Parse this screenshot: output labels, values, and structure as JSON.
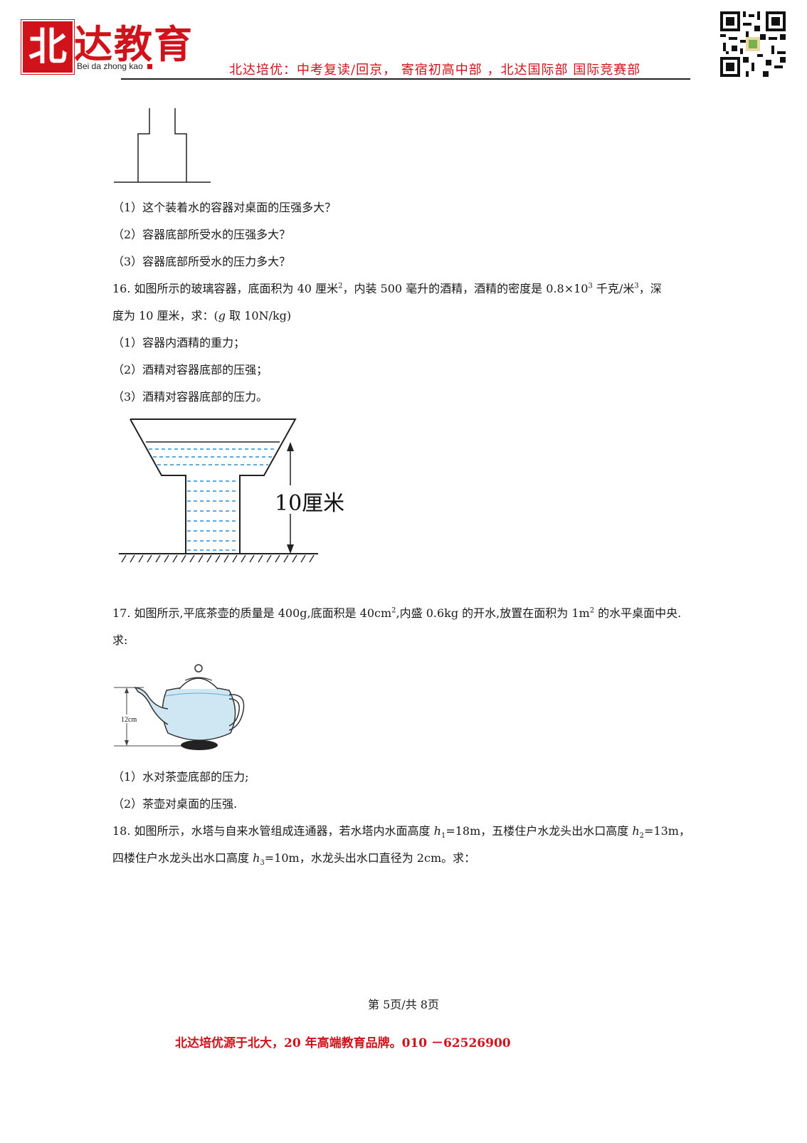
{
  "header": {
    "logo_char": "北",
    "logo_text": "达教育",
    "logo_sub": "Bei da zhong kao",
    "slogan": "北达培优：中考复读/回京， 寄宿初高中部 ，北达国际部 国际竞赛部"
  },
  "q15_parts": [
    "（1）这个装着水的容器对桌面的压强多大？",
    "（2）容器底部所受水的压强多大？",
    "（3）容器底部所受水的压力多大？"
  ],
  "q16": {
    "line1_a": "16. 如图所示的玻璃容器，底面积为 40 厘米",
    "line1_sup1": "2",
    "line1_b": "，内装 500 毫升的酒精，酒精的密度是 0.8×10",
    "line1_sup2": "3",
    "line1_c": " 千克/米",
    "line1_sup3": "3",
    "line1_d": "，深",
    "line2_a": "度为 10 厘米，求：(",
    "line2_g": "g",
    "line2_b": " 取 10N/kg)",
    "parts": [
      "（1）容器内酒精的重力；",
      "（2）酒精对容器底部的压强；",
      "（3）酒精对容器底部的压力。"
    ],
    "figure_label": "10厘米"
  },
  "q17": {
    "line1_a": "17. 如图所示,平底茶壶的质量是 400g,底面积是 40cm",
    "line1_sup1": "2",
    "line1_b": ",内盛 0.6kg 的开水,放置在面积为 1m",
    "line1_sup2": "2",
    "line1_c": " 的水平桌面中央.",
    "line2": "求:",
    "figure_label": "12cm",
    "parts": [
      "（1）水对茶壶底部的压力;",
      "（2）茶壶对桌面的压强."
    ]
  },
  "q18": {
    "line1_a": "18. 如图所示，水塔与自来水管组成连通器，若水塔内水面高度 ",
    "h1": "h",
    "h1_sub": "1",
    "line1_b": "=18m，五楼住户水龙头出水口高度 ",
    "h2": "h",
    "h2_sub": "2",
    "line1_c": "=13m，",
    "line2_a": "四楼住户水龙头出水口高度 ",
    "h3": "h",
    "h3_sub": "3",
    "line2_b": "=10m，水龙头出水口直径为 2cm。求："
  },
  "page_number": "第 5页/共 8页",
  "footer": "北达培优源于北大，20 年高端教育品牌。010 －62526900",
  "colors": {
    "brand_red": "#d0121b",
    "water_dash": "#2a8fd6",
    "teapot_water": "#cfe6f3"
  }
}
